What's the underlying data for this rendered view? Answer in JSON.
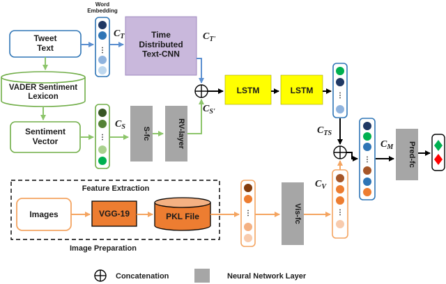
{
  "nodes": {
    "word_embedding": "Word\nEmbedding",
    "tweet_text": "Tweet\nText",
    "vader": "VADER Sentiment\nLexicon",
    "sentiment_vector": "Sentiment\nVector",
    "time_distributed": "Time\nDistributed\nText-CNN",
    "s_fc": "S-fc",
    "rv_layer": "RV-layer",
    "lstm_1": "LSTM",
    "lstm_2": "LSTM",
    "pred_fc": "Pred-fc",
    "vis_fc": "Vis-fc",
    "images": "Images",
    "vgg19": "VGG-19",
    "pkl_file": "PKL File",
    "feature_extraction": "Feature Extraction",
    "image_preparation": "Image Preparation"
  },
  "vector_labels": {
    "c_t": {
      "base": "C",
      "sub": "T"
    },
    "c_t_prime": {
      "base": "C",
      "sub": "T'"
    },
    "c_s": {
      "base": "C",
      "sub": "S"
    },
    "c_s_prime": {
      "base": "C",
      "sub": "S'"
    },
    "c_ts": {
      "base": "C",
      "sub": "TS"
    },
    "c_v": {
      "base": "C",
      "sub": "V"
    },
    "c_m": {
      "base": "C",
      "sub": "M"
    }
  },
  "legend": {
    "concatenation": "Concatenation",
    "neural_network_layer": "Neural Network Layer"
  },
  "colors": {
    "text_blue": "#2e75b6",
    "sentiment_green": "#70ad47",
    "image_orange": "#ed7d31",
    "purple_box": "#c9b8dc",
    "lstm_yellow": "#ffff00",
    "nn_gray": "#a6a6a6",
    "pred_green": "#00b050",
    "pred_red": "#ff0000"
  }
}
